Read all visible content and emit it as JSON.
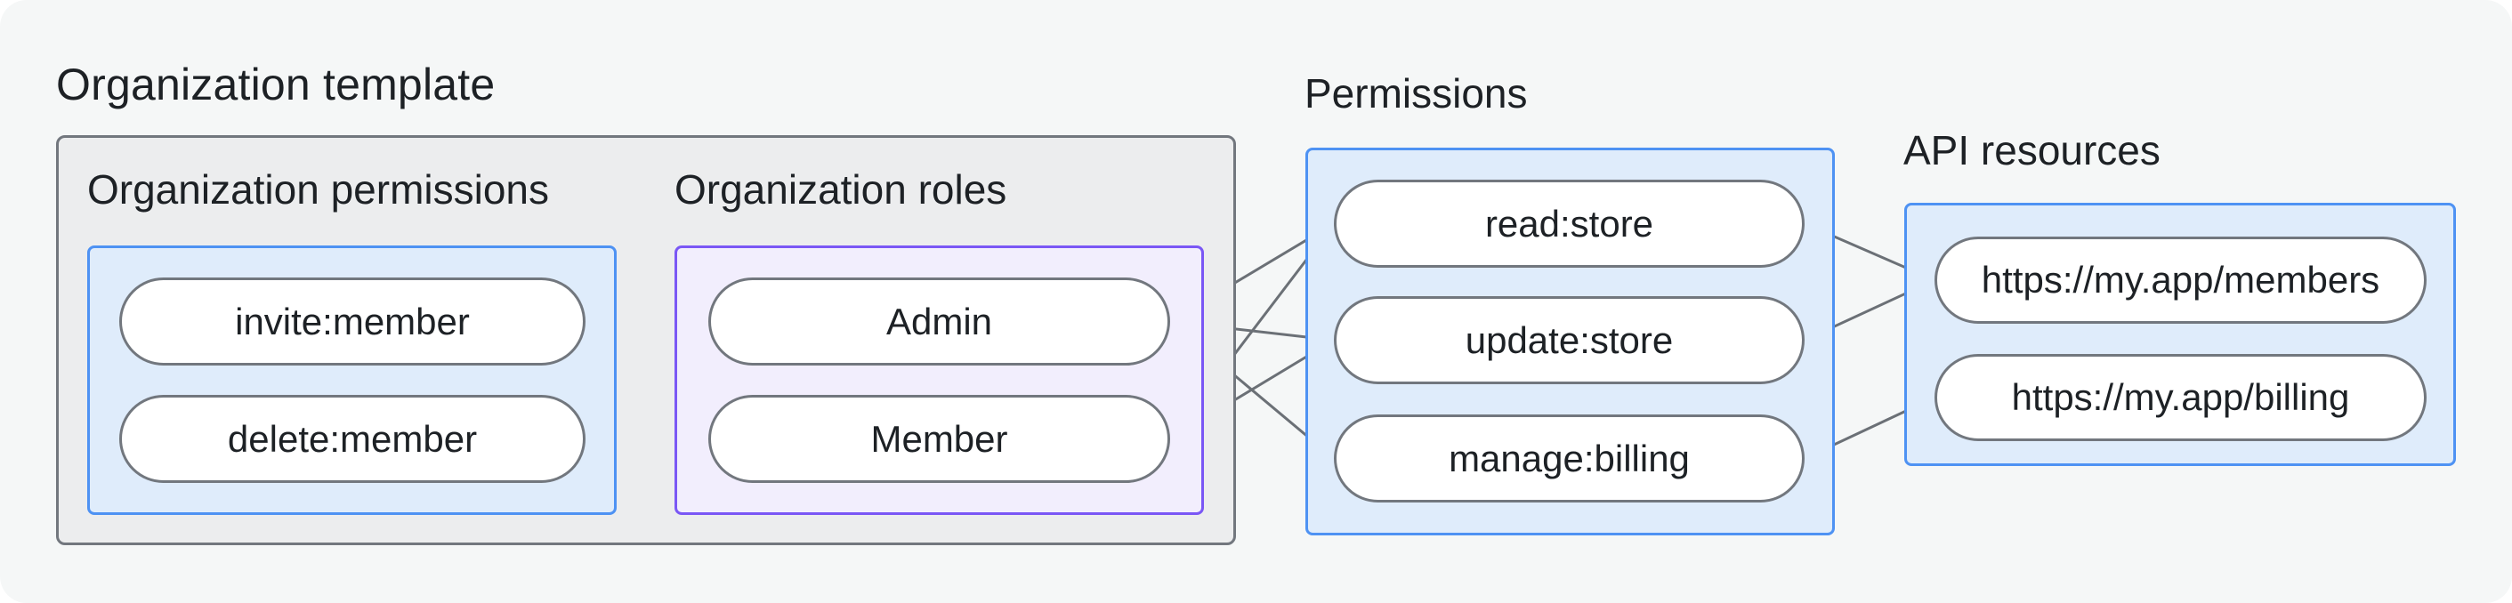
{
  "heading": "Organization template",
  "groups": {
    "org_permissions": {
      "label": "Organization permissions"
    },
    "org_roles": {
      "label": "Organization roles"
    },
    "permissions": {
      "label": "Permissions"
    },
    "api_resources": {
      "label": "API resources"
    }
  },
  "nodes": {
    "invite_member": {
      "label": "invite:member"
    },
    "delete_member": {
      "label": "delete:member"
    },
    "admin": {
      "label": "Admin"
    },
    "member": {
      "label": "Member"
    },
    "read_store": {
      "label": "read:store"
    },
    "update_store": {
      "label": "update:store"
    },
    "manage_billing": {
      "label": "manage:billing"
    },
    "api_members": {
      "label": "https://my.app/members"
    },
    "api_billing": {
      "label": "https://my.app/billing"
    }
  },
  "edges": [
    {
      "from": "invite_member",
      "to": "admin"
    },
    {
      "from": "invite_member",
      "to": "member"
    },
    {
      "from": "delete_member",
      "to": "member"
    },
    {
      "from": "admin",
      "to": "read_store"
    },
    {
      "from": "admin",
      "to": "update_store"
    },
    {
      "from": "admin",
      "to": "manage_billing"
    },
    {
      "from": "member",
      "to": "read_store"
    },
    {
      "from": "member",
      "to": "update_store"
    },
    {
      "from": "read_store",
      "to": "api_members"
    },
    {
      "from": "update_store",
      "to": "api_members"
    },
    {
      "from": "manage_billing",
      "to": "api_billing"
    }
  ],
  "dots": [
    {
      "node": "invite_member",
      "side": "right"
    },
    {
      "node": "delete_member",
      "side": "right"
    },
    {
      "node": "read_store",
      "side": "left"
    },
    {
      "node": "update_store",
      "side": "left"
    },
    {
      "node": "manage_billing",
      "side": "left"
    },
    {
      "node": "api_members",
      "side": "left"
    },
    {
      "node": "api_billing",
      "side": "left"
    }
  ],
  "colors": {
    "background": "#f5f7f7",
    "text": "#1d2125",
    "line": "#6b7076",
    "gray_border": "#72777e",
    "gray_fill": "#ecedee",
    "blue_border": "#4e92f3",
    "blue_fill": "#dfecfb",
    "purple_border": "#7a57f5",
    "purple_fill": "#f2eefd",
    "pill_border": "#72777e",
    "pill_fill": "#ffffff"
  }
}
